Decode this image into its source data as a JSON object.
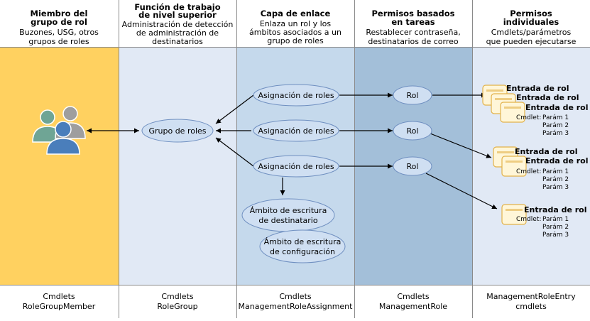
{
  "columns": [
    {
      "title": [
        "Miembro del",
        "grupo de rol"
      ],
      "subtitle": [
        "Buzones, USG, otros",
        "grupos de roles"
      ],
      "footer": [
        "Cmdlets",
        "RoleGroupMember"
      ],
      "color": "#ffd160"
    },
    {
      "title": [
        "Función de trabajo",
        "de nivel superior"
      ],
      "subtitle": [
        "Administración de detección",
        "de administración de",
        "destinatarios"
      ],
      "footer": [
        "Cmdlets",
        "RoleGroup"
      ],
      "color": "#e1e9f5"
    },
    {
      "title": [
        "Capa de enlace"
      ],
      "subtitle": [
        "Enlaza un rol y los",
        "ámbitos asociados a un",
        "grupo de roles"
      ],
      "footer": [
        "Cmdlets",
        "ManagementRoleAssignment"
      ],
      "color": "#c5d9ec"
    },
    {
      "title": [
        "Permisos basados",
        "en tareas"
      ],
      "subtitle": [
        "Restablecer contraseña,",
        "destinatarios de correo"
      ],
      "footer": [
        "Cmdlets",
        "ManagementRole"
      ],
      "color": "#a3bfd9"
    },
    {
      "title": [
        "Permisos",
        "individuales"
      ],
      "subtitle": [
        "Cmdlets/parámetros",
        "que pueden ejecutarse"
      ],
      "footer": [
        "ManagementRoleEntry",
        "cmdlets"
      ],
      "color": "#e1e9f5"
    }
  ],
  "role_group": "Grupo de roles",
  "assignments": [
    "Asignación de roles",
    "Asignación de roles",
    "Asignación de roles"
  ],
  "roles": [
    "Rol",
    "Rol",
    "Rol"
  ],
  "scopes": [
    [
      "Ámbito de escritura",
      "de destinatario"
    ],
    [
      "Ámbito de escritura",
      "de configuración"
    ]
  ],
  "role_entry_title": "Entrada de rol",
  "cmdlet_label": "Cmdlet:",
  "param_labels": [
    "Parám 1",
    "Parám 2",
    "Parám 3"
  ],
  "colors": {
    "node_fill": "#cfdff2",
    "node_stroke": "#6f8fc0",
    "divider": "#8a8a8a",
    "people_teal": "#6fa595",
    "people_gray": "#9e9e9e",
    "people_blue": "#4a7ebb",
    "scroll_fill": "#fff6d8",
    "scroll_stroke": "#e2b24a"
  }
}
